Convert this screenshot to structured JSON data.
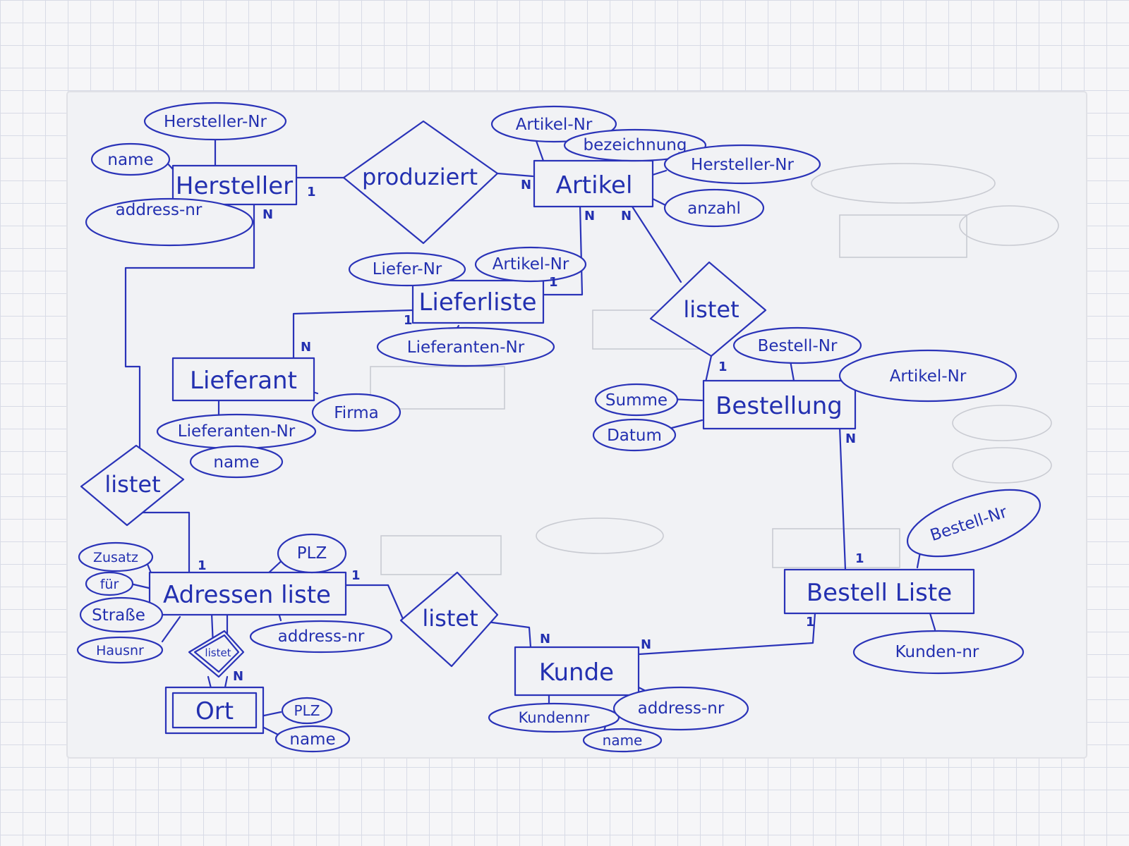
{
  "entities": {
    "hersteller": "Hersteller",
    "artikel": "Artikel",
    "lieferliste": "Lieferliste",
    "lieferant": "Lieferant",
    "bestellung": "Bestellung",
    "adressenliste": "Adressen liste",
    "bestellliste": "Bestell Liste",
    "kunde": "Kunde",
    "ort": "Ort"
  },
  "relationships": {
    "produziert": "produziert",
    "listet_artikel_bestellung": "listet",
    "listet_hersteller_adressen": "listet",
    "listet_adressen_kunde": "listet",
    "listet_ort": "listet"
  },
  "attributes": {
    "hersteller": [
      "Hersteller-Nr",
      "name",
      "address-nr"
    ],
    "artikel": [
      "Artikel-Nr",
      "bezeichnung",
      "Hersteller-Nr",
      "anzahl"
    ],
    "lieferliste": [
      "Liefer-Nr",
      "Artikel-Nr",
      "Lieferanten-Nr"
    ],
    "lieferant": [
      "Firma",
      "Lieferanten-Nr",
      "name"
    ],
    "bestellung": [
      "Bestell-Nr",
      "Artikel-Nr",
      "Summe",
      "Datum"
    ],
    "adressenliste": [
      "Zusatz",
      "für",
      "Straße",
      "Hausnr",
      "PLZ",
      "address-nr"
    ],
    "ort": [
      "PLZ",
      "name"
    ],
    "kunde": [
      "Kundennr",
      "address-nr",
      "name"
    ],
    "bestellliste": [
      "Bestell-Nr",
      "Kunden-nr"
    ]
  },
  "cardinalities": {
    "hersteller_produziert": "1",
    "artikel_produziert": "N",
    "hersteller_down": "N",
    "artikel_lieferliste": "N",
    "artikel_listet": "N",
    "lieferliste_artikel": "1",
    "lieferliste_lieferant": "1",
    "lieferant_lieferliste": "N",
    "bestellung_listet": "1",
    "bestellung_bestellliste": "N",
    "bestellliste_top": "1",
    "bestellliste_kunde": "1",
    "kunde_bestellliste": "N",
    "kunde_listet": "N",
    "adressen_listet": "1",
    "adressen_kunde": "1",
    "ort_listet": "N"
  },
  "colors": {
    "ink": "#2a33b8",
    "paper": "#f1f2f5",
    "grid": "#d8dbe6"
  }
}
